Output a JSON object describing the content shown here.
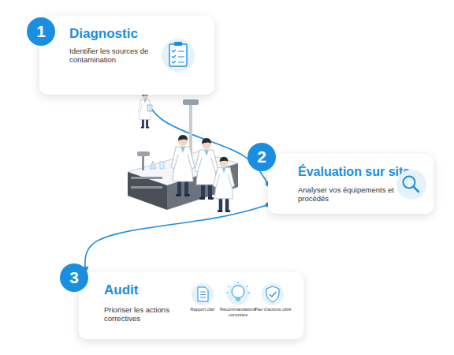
{
  "diagram": {
    "nodes": [
      {
        "text": [
          "1",
          "Diagnostic",
          "Identifier les sources de contamination"
        ]
      },
      {
        "text": [
          "2",
          "Évaluation sur site",
          "Analyser vos équipements et procédés"
        ]
      },
      {
        "text": [
          "3",
          "Audit",
          "Prioriser les actions correctives"
        ]
      },
      {
        "text": [
          "Rapport clair"
        ],
        "in": 2
      },
      {
        "text": [
          "Recommandations concrètes"
        ],
        "in": 2
      },
      {
        "text": [
          "Plan d'actions ciblé"
        ],
        "in": 2
      }
    ],
    "edges": [
      {
        "from": 0,
        "to": 1,
        "arrow": "none"
      },
      {
        "from": 1,
        "to": 2,
        "arrow": "to"
      }
    ]
  }
}
